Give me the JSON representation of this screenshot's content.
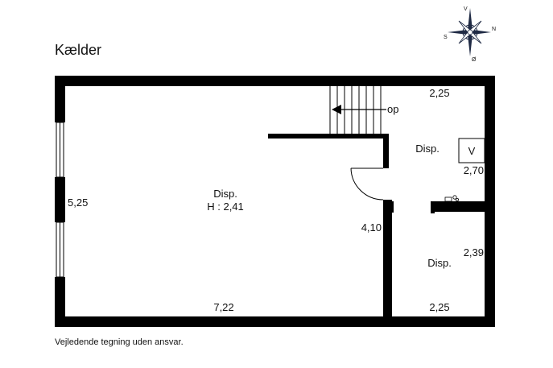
{
  "title": "Kælder",
  "footer": "Vejledende tegning uden ansvar.",
  "compass": {
    "north": "N",
    "south": "S",
    "east": "Ø",
    "west": "V"
  },
  "rooms": {
    "main": {
      "name": "Disp.",
      "height": "H : 2,41"
    },
    "upper_right": {
      "name": "Disp."
    },
    "lower_right": {
      "name": "Disp."
    }
  },
  "stairs_label": "op",
  "fixture_label": "V",
  "dimensions": {
    "top_right": "2,25",
    "left": "5,25",
    "bottom_main": "7,22",
    "bottom_right": "2,25",
    "partition": "4,10",
    "upper_right_side": "2,70",
    "lower_right_side": "2,39"
  },
  "colors": {
    "wall": "#000000",
    "background": "#ffffff",
    "compass": "#1f2a44"
  }
}
